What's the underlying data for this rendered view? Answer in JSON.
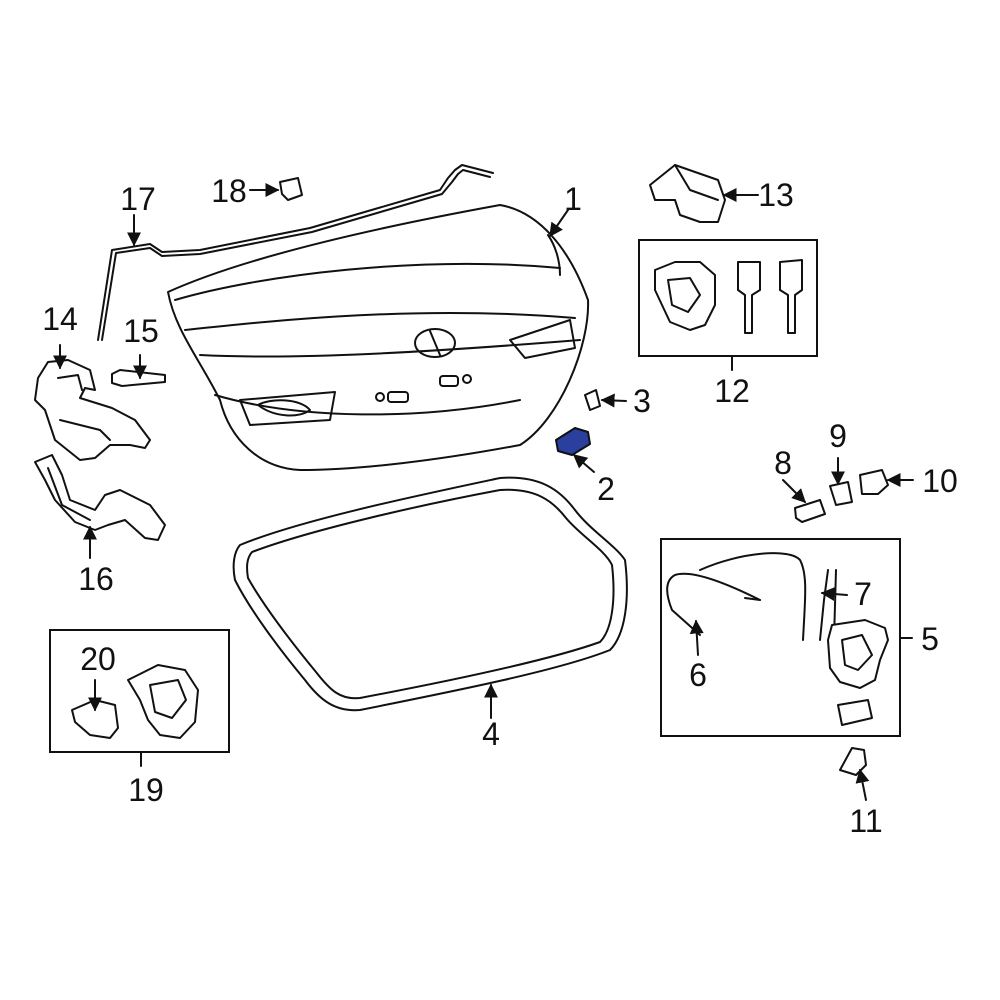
{
  "diagram": {
    "callouts": [
      "1",
      "2",
      "3",
      "4",
      "5",
      "6",
      "7",
      "8",
      "9",
      "10",
      "11",
      "12",
      "13",
      "14",
      "15",
      "16",
      "17",
      "18",
      "19",
      "20"
    ]
  },
  "highlight_color": "#2b3f9e"
}
